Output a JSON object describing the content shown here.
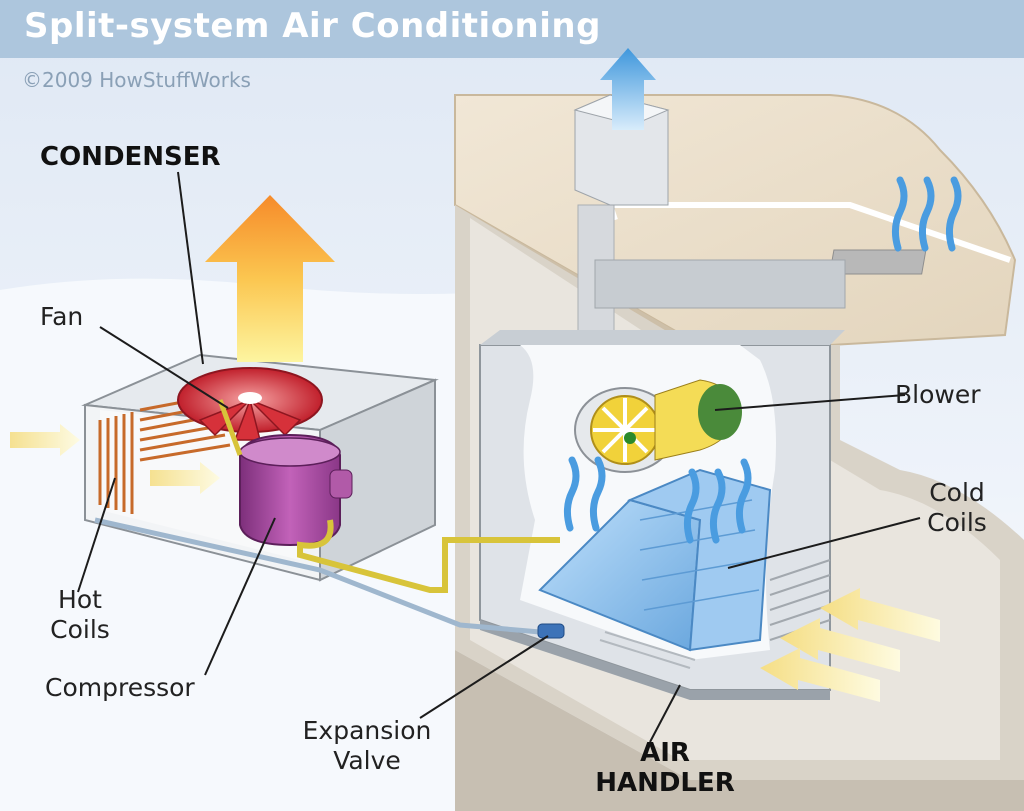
{
  "title": "Split-system Air Conditioning",
  "copyright": "©2009 HowStuffWorks",
  "colors": {
    "title_bar": "#adc6dd",
    "sky": "#e7eef8",
    "warm_air": "#f7a53a",
    "refrigerant_line": "#d8c43a",
    "cold_coils": "#7fb4e3",
    "compressor": "#b04fa6",
    "fan": "#d6313a",
    "house_wall": "#d8d2c6"
  },
  "labels": {
    "condenser": "CONDENSER",
    "fan": "Fan",
    "hot_coils": [
      "Hot",
      "Coils"
    ],
    "compressor": "Compressor",
    "expansion_valve": [
      "Expansion",
      "Valve"
    ],
    "air_handler": [
      "AIR",
      "HANDLER"
    ],
    "blower": "Blower",
    "cold_coils": [
      "Cold",
      "Coils"
    ]
  },
  "icons": {
    "hot_air_out": "up-arrow-icon",
    "cool_air_up": "wavy-arrows-icon"
  }
}
